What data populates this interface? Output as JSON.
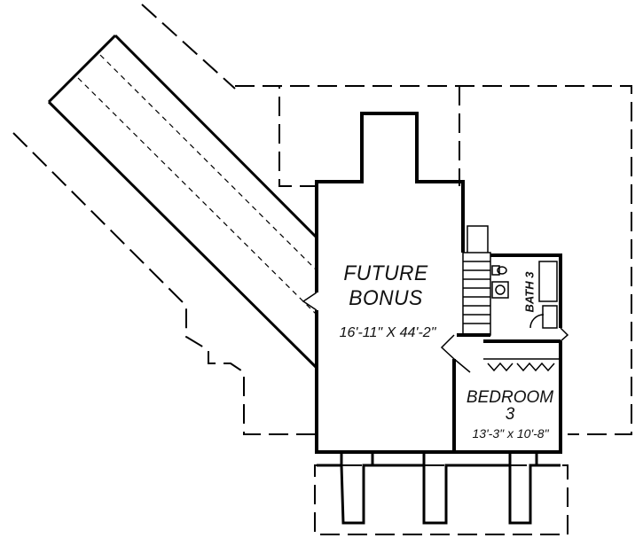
{
  "rooms": {
    "bonus": {
      "name_line1": "FUTURE",
      "name_line2": "BONUS",
      "dimensions": "16'-11\" X 44'-2\""
    },
    "bedroom": {
      "name_line1": "BEDROOM",
      "name_line2": "3",
      "dimensions": "13'-3\" x 10'-8\""
    },
    "bath": {
      "name": "BATH 3"
    }
  },
  "colors": {
    "line": "#000000",
    "background": "#ffffff"
  }
}
